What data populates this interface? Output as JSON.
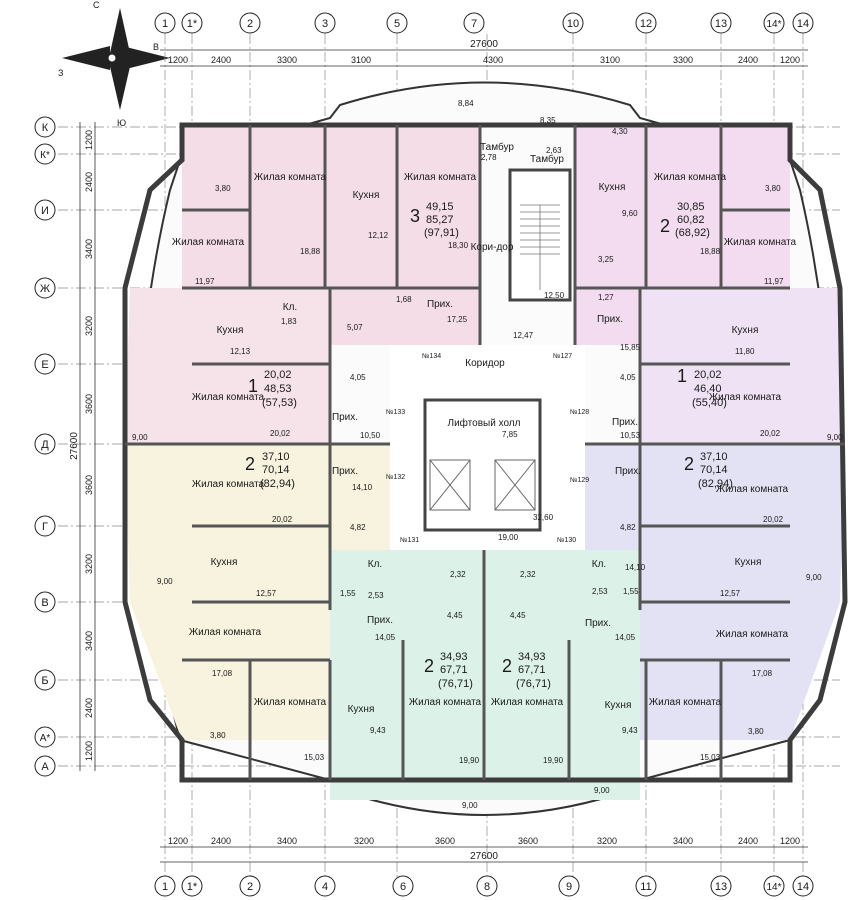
{
  "compass": {
    "north": "С",
    "east": "В",
    "south": "Ю",
    "west": "З"
  },
  "top_axes": [
    "1",
    "1*",
    "2",
    "3",
    "5",
    "7",
    "10",
    "12",
    "13",
    "14*",
    "14"
  ],
  "bottom_axes": [
    "1",
    "1*",
    "2",
    "4",
    "6",
    "8",
    "9",
    "11",
    "13",
    "14*",
    "14"
  ],
  "left_axes": [
    "К",
    "К*",
    "И",
    "Ж",
    "Е",
    "Д",
    "Г",
    "В",
    "Б",
    "А*",
    "А"
  ],
  "top_dims": [
    "1200",
    "2400",
    "3300",
    "3100",
    "4300",
    "3100",
    "3300",
    "2400",
    "1200"
  ],
  "bottom_dims": [
    "1200",
    "2400",
    "3400",
    "3200",
    "3600",
    "3600",
    "3200",
    "3400",
    "2400",
    "1200"
  ],
  "left_dims": [
    "1200",
    "2400",
    "3400",
    "3200",
    "3600",
    "3600",
    "3200",
    "3400",
    "2400",
    "1200"
  ],
  "overall_dim": "27600",
  "colors": {
    "apt_top_left": "#f5dde8",
    "apt_top_right": "#f3dcef",
    "apt_left_upper": "#f6e3ea",
    "apt_left_lower": "#f7f3de",
    "apt_right_upper": "#efe2f4",
    "apt_right_lower": "#e3e2f4",
    "apt_bottom": "#dcf2e8",
    "corridor": "#ffffff"
  },
  "rooms": {
    "zhilaya": "Жилая комната",
    "kukhnya": "Кухня",
    "prikh": "Прих.",
    "kl": "Кл.",
    "koridor": "Коридор",
    "kori_dor": "Кори-дор",
    "tambur": "Тамбур",
    "lift": "Лифтовый холл"
  },
  "apartments": [
    {
      "rooms": "3",
      "living": "49,15",
      "total": "85,27",
      "full": "(97,91)"
    },
    {
      "rooms": "2",
      "living": "30,85",
      "total": "60,82",
      "full": "(68,92)"
    },
    {
      "rooms": "1",
      "living": "20,02",
      "total": "48,53",
      "full": "(57,53)"
    },
    {
      "rooms": "1",
      "living": "20,02",
      "total": "46,40",
      "full": "(55,40)"
    },
    {
      "rooms": "2",
      "living": "37,10",
      "total": "70,14",
      "full": "(82,94)"
    },
    {
      "rooms": "2",
      "living": "37,10",
      "total": "70,14",
      "full": "(82,94)"
    },
    {
      "rooms": "2",
      "living": "34,93",
      "total": "67,71",
      "full": "(76,71)"
    },
    {
      "rooms": "2",
      "living": "34,93",
      "total": "67,71",
      "full": "(76,71)"
    }
  ],
  "room_areas": [
    "8,84",
    "8,35",
    "4,30",
    "3,80",
    "3,80",
    "18,88",
    "12,12",
    "18,30",
    "9,60",
    "18,88",
    "11,97",
    "11,97",
    "2,78",
    "2,63",
    "3,25",
    "12,50",
    "1,27",
    "1,68",
    "1,83",
    "5,07",
    "17,25",
    "12,47",
    "15,85",
    "12,13",
    "11,80",
    "4,05",
    "4,05",
    "20,02",
    "20,02",
    "10,50",
    "10,53",
    "7,85",
    "9,00",
    "9,00",
    "14,10",
    "20,02",
    "20,02",
    "32,60",
    "4,82",
    "4,82",
    "19,00",
    "12,57",
    "12,57",
    "1,55",
    "2,53",
    "2,32",
    "2,32",
    "2,53",
    "1,55",
    "4,45",
    "4,45",
    "14,05",
    "14,05",
    "17,08",
    "17,08",
    "9,43",
    "9,43",
    "3,80",
    "3,80",
    "15,03",
    "19,90",
    "19,90",
    "15,03",
    "9,00",
    "9,00",
    "14,10",
    "9,00",
    "9,00"
  ],
  "room_numbers": [
    "№134",
    "№127",
    "№133",
    "№128",
    "№132",
    "№129",
    "№131",
    "№130"
  ]
}
